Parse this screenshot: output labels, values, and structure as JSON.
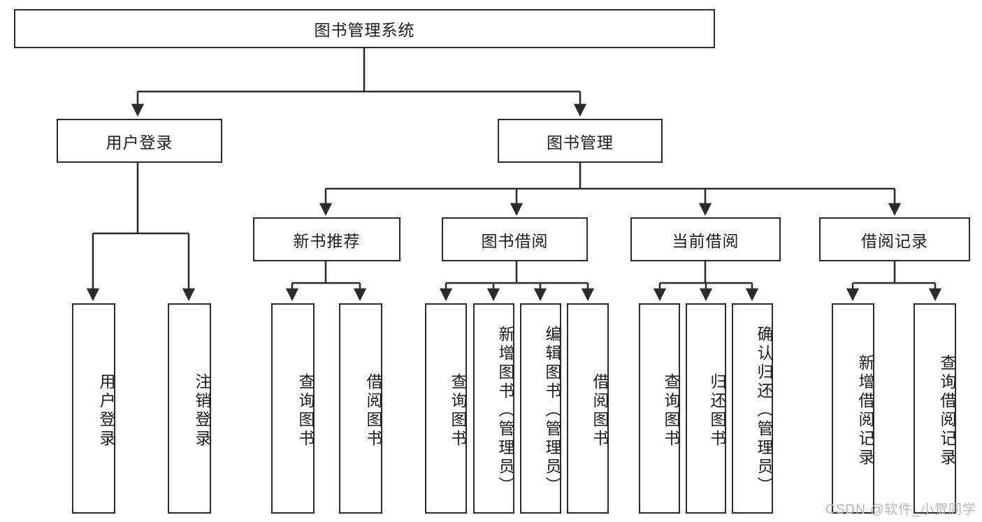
{
  "diagram": {
    "title": "图书管理系统",
    "type": "tree-hierarchy",
    "root": {
      "label": "图书管理系统"
    },
    "level1": [
      {
        "id": "user-login",
        "label": "用户登录"
      },
      {
        "id": "book-management",
        "label": "图书管理"
      }
    ],
    "level2": [
      {
        "id": "new-book-recommend",
        "label": "新书推荐",
        "parent": "book-management"
      },
      {
        "id": "book-borrow",
        "label": "图书借阅",
        "parent": "book-management"
      },
      {
        "id": "current-borrow",
        "label": "当前借阅",
        "parent": "book-management"
      },
      {
        "id": "borrow-record",
        "label": "借阅记录",
        "parent": "book-management"
      }
    ],
    "leaves": {
      "user_login": [
        {
          "id": "leaf-user-login",
          "label": "用户登录"
        },
        {
          "id": "leaf-logout-login",
          "label": "注销登录"
        }
      ],
      "new_book_recommend": [
        {
          "id": "leaf-query-book-1",
          "label": "查询图书"
        },
        {
          "id": "leaf-borrow-book-1",
          "label": "借阅图书"
        }
      ],
      "book_borrow": [
        {
          "id": "leaf-query-book-2",
          "label": "查询图书"
        },
        {
          "id": "leaf-add-book-admin",
          "label": "新增图书（管理员）"
        },
        {
          "id": "leaf-edit-book-admin",
          "label": "编辑图书（管理员）"
        },
        {
          "id": "leaf-borrow-book-2",
          "label": "借阅图书"
        }
      ],
      "current_borrow": [
        {
          "id": "leaf-query-book-3",
          "label": "查询图书"
        },
        {
          "id": "leaf-return-book",
          "label": "归还图书"
        },
        {
          "id": "leaf-confirm-return-admin",
          "label": "确认归还（管理员）"
        }
      ],
      "borrow_record": [
        {
          "id": "leaf-add-borrow-record",
          "label": "新增借阅记录"
        },
        {
          "id": "leaf-query-borrow-record",
          "label": "查询借阅记录"
        }
      ]
    }
  },
  "watermark": {
    "text": "CSDN @软件_小贺同学"
  },
  "colors": {
    "border": "#2b2b2b",
    "background": "#ffffff",
    "text": "#1d1d1d",
    "watermark": "#b9b9b9"
  }
}
